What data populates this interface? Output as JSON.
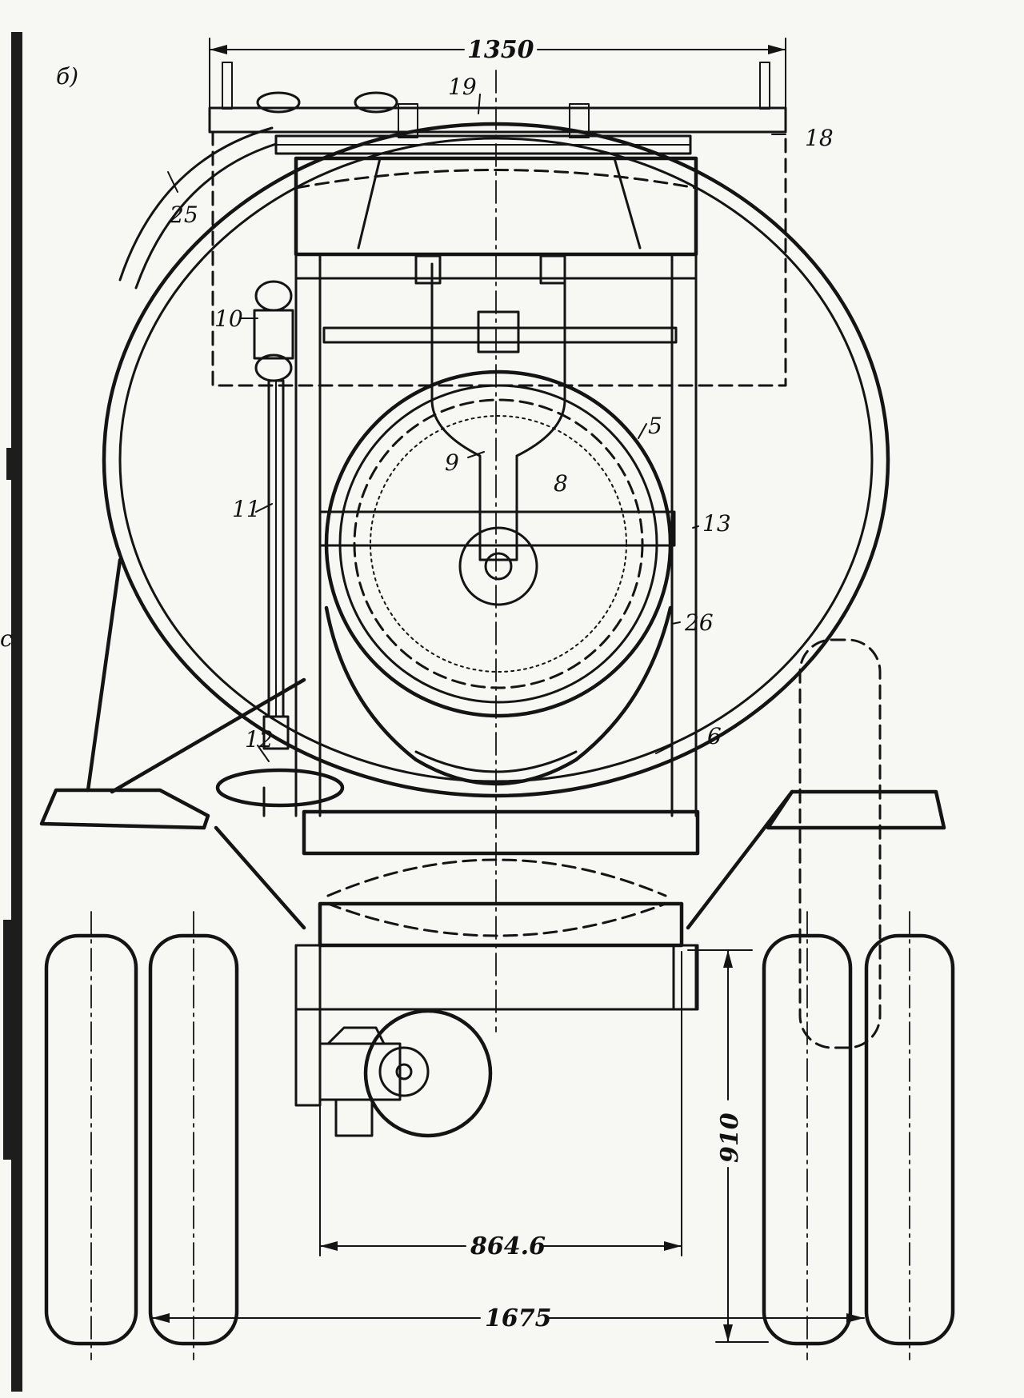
{
  "figure": {
    "panel_label": "б)"
  },
  "dimensions": {
    "top_width": "1350",
    "track_width": "864.6",
    "wheel_base": "1675",
    "height": "910"
  },
  "callouts": {
    "c5": "5",
    "c6": "6",
    "c8": "8",
    "c9": "9",
    "c10": "10",
    "c11": "11",
    "c12": "12",
    "c13": "13",
    "c18": "18",
    "c19": "19",
    "c25": "25",
    "c26": "26"
  },
  "margin_mark": "с"
}
